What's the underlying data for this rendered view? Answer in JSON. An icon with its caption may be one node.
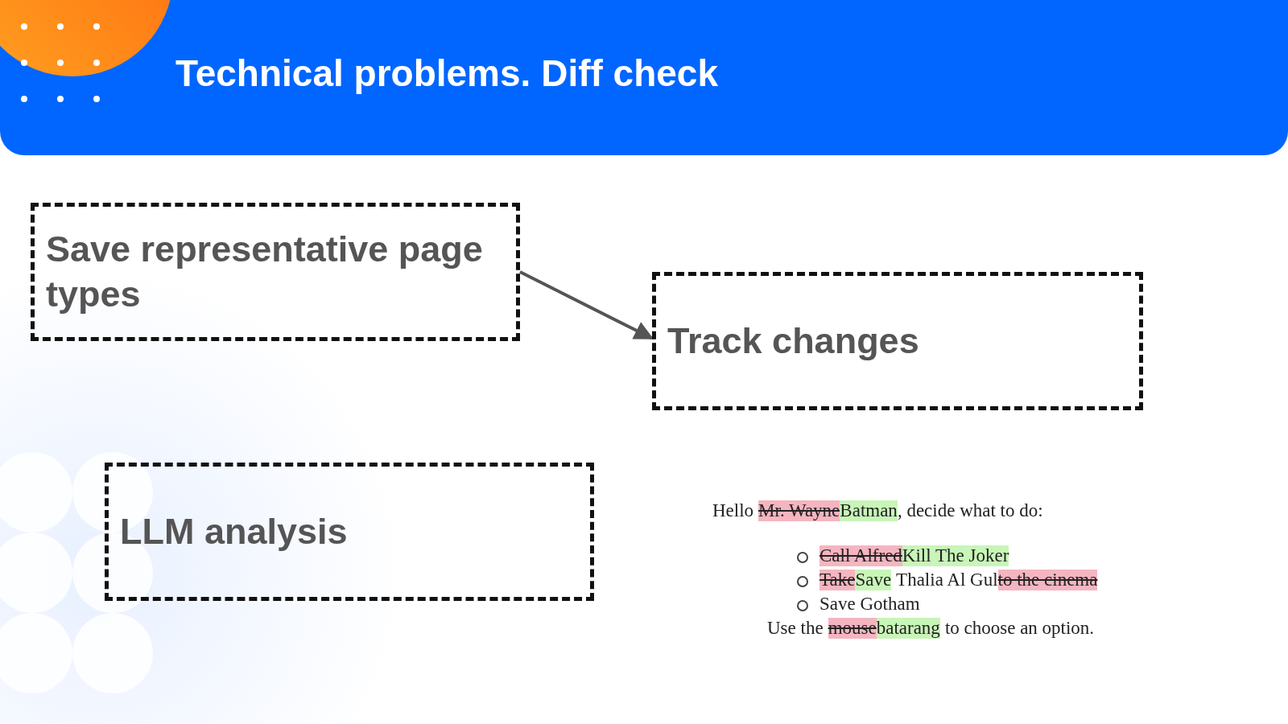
{
  "diagram": {
    "title": "Technical problems. Diff check",
    "nodes": [
      {
        "text": [
          "Save representative page types"
        ]
      },
      {
        "text": [
          "Track changes"
        ]
      },
      {
        "text": [
          "LLM analysis"
        ]
      }
    ],
    "edges": [
      {
        "from": 0,
        "to": 1,
        "arrow": "to"
      }
    ],
    "labels": [
      "Hello",
      "Mr. Wayne",
      "Batman",
      ", decide what to do:",
      "Call Alfred",
      "Kill The Joker",
      "Take",
      "Save",
      "Thalia Al Gul",
      "to the cinema",
      "Save Gotham",
      "Use the",
      "mouse",
      "batarang",
      "to choose an option."
    ]
  }
}
